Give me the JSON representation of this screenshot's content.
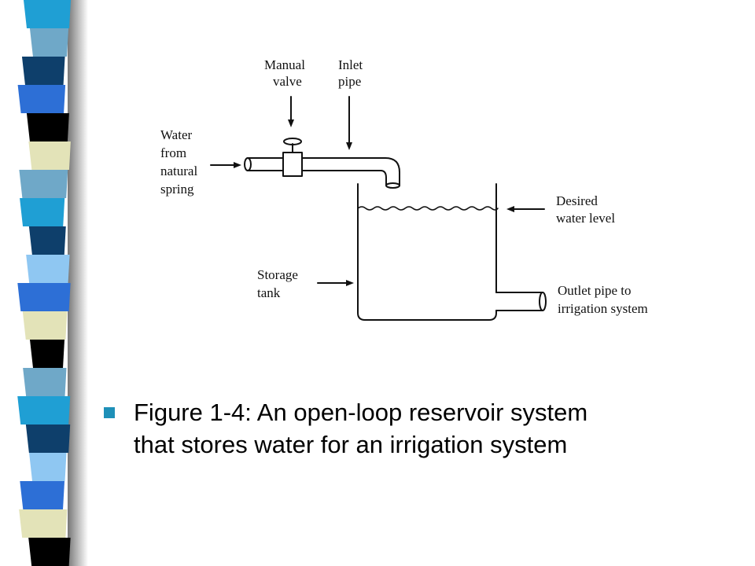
{
  "theme": {
    "stripe_colors": [
      "#1f9fd4",
      "#6fa8c8",
      "#0e3f6b",
      "#2d6fd6",
      "#000000",
      "#e3e3b8",
      "#6fa8c8",
      "#1f9fd4",
      "#0e3f6b",
      "#8fc7f2",
      "#2d6fd6",
      "#e3e3b8",
      "#000000",
      "#6fa8c8",
      "#1f9fd4",
      "#0e3f6b",
      "#8fc7f2",
      "#2d6fd6",
      "#e3e3b8",
      "#000000"
    ],
    "bullet_color": "#1e90b8",
    "line_color": "#111111"
  },
  "diagram": {
    "labels": {
      "manual_valve": [
        "Manual",
        "valve"
      ],
      "inlet_pipe": [
        "Inlet",
        "pipe"
      ],
      "water_source": [
        "Water",
        "from",
        "natural",
        "spring"
      ],
      "desired_level": [
        "Desired",
        "water level"
      ],
      "storage_tank": [
        "Storage",
        "tank"
      ],
      "outlet_pipe": [
        "Outlet pipe to",
        "irrigation system"
      ]
    }
  },
  "caption": {
    "line1": "Figure 1-4: An open-loop reservoir system",
    "line2": "that stores water for an irrigation system"
  }
}
